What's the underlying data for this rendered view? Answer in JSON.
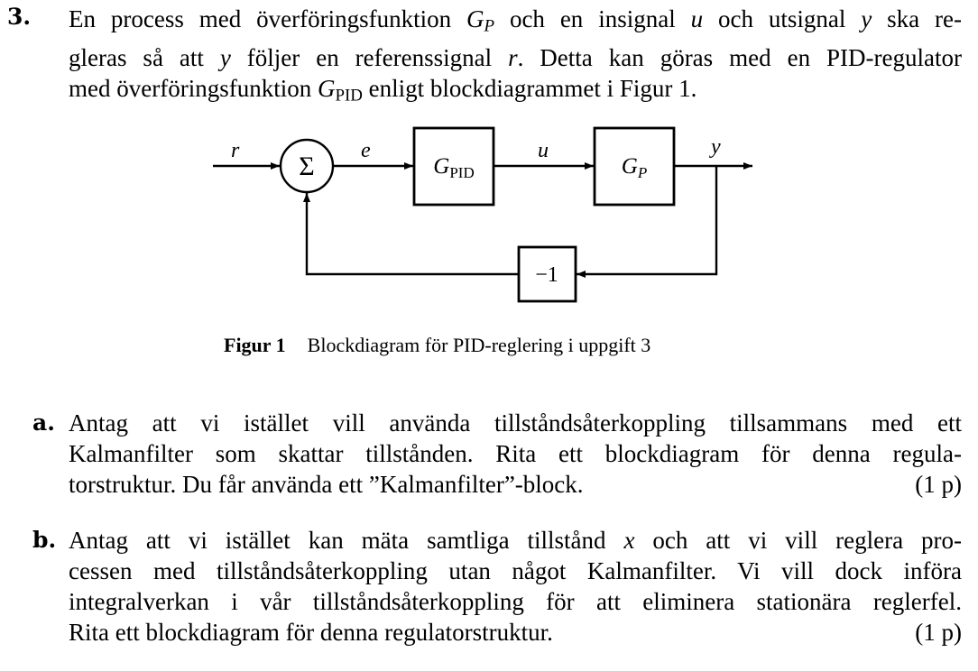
{
  "question": {
    "number": "3.",
    "intro_lines": [
      [
        "En process med överföringsfunktion ",
        "G",
        "P",
        " och en insignal ",
        "u",
        " och utsignal ",
        "y",
        " ska re-"
      ],
      [
        "gleras så att ",
        "y",
        " följer en referenssignal ",
        "r",
        ". Detta kan göras med en PID-regulator"
      ],
      [
        "med överföringsfunktion ",
        "G",
        "PID",
        " enligt blockdiagrammet i Figur 1."
      ]
    ]
  },
  "diagram": {
    "signal_r": "r",
    "signal_e": "e",
    "signal_u": "u",
    "signal_y": "y",
    "sum_symbol": "Σ",
    "block_pid_main": "G",
    "block_pid_sub": "PID",
    "block_p_main": "G",
    "block_p_sub": "P",
    "block_feedback": "−1"
  },
  "caption": {
    "label": "Figur 1",
    "text": "Blockdiagram för PID-reglering i uppgift 3"
  },
  "part_a": {
    "label": "a.",
    "lines": [
      "Antag att vi istället vill använda tillståndsåterkoppling tillsammans med ett",
      "Kalmanfilter som skattar tillstånden. Rita ett blockdiagram för denna regula-",
      "torstruktur. Du får använda ett ”Kalmanfilter”-block."
    ],
    "points": "(1 p)"
  },
  "part_b": {
    "label": "b.",
    "line1_pre": "Antag att vi istället kan mäta samtliga tillstånd ",
    "line1_var": "x",
    "line1_post": " och att vi vill reglera pro-",
    "lines": [
      "cessen med tillståndsåterkoppling utan något Kalmanfilter. Vi vill dock införa",
      "integralverkan i vår tillståndsåterkoppling för att eliminera stationära reglerfel.",
      "Rita ett blockdiagram för denna regulatorstruktur."
    ],
    "points": "(1 p)"
  }
}
